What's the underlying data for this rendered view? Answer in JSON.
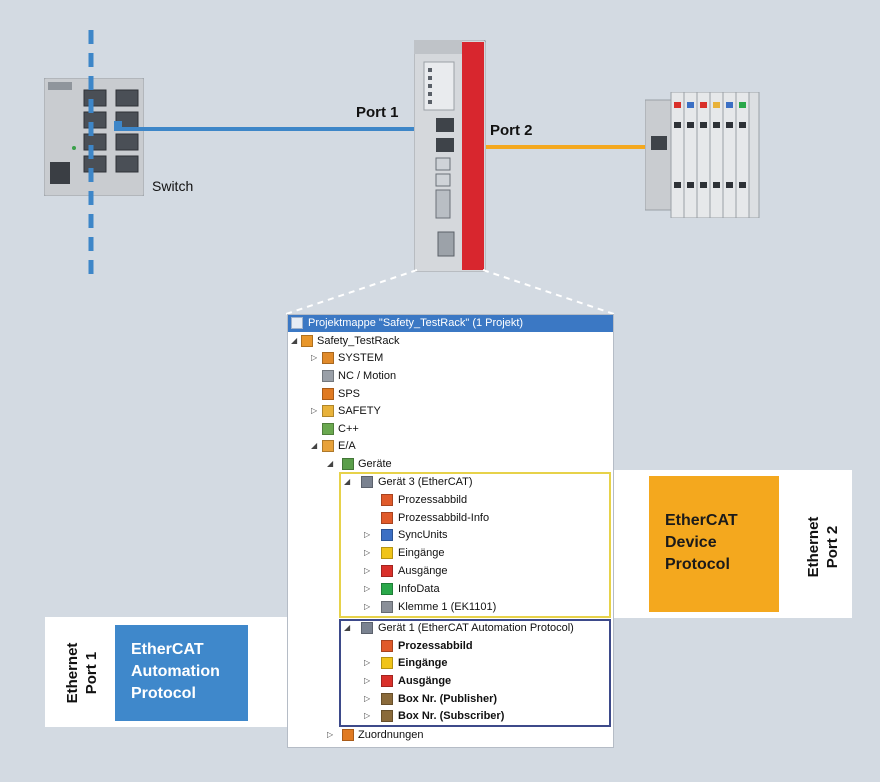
{
  "labels": {
    "port1_top": "Port 1",
    "port2_top": "Port 2",
    "switch": "Switch"
  },
  "tree": {
    "title": "Projektmappe \"Safety_TestRack\" (1 Projekt)",
    "rows": [
      {
        "label": "Safety_TestRack",
        "icon": "project-icon",
        "color": "#e8962a"
      },
      {
        "label": "SYSTEM",
        "icon": "system-icon",
        "color": "#e08a2a"
      },
      {
        "label": "NC / Motion",
        "icon": "motion-icon",
        "color": "#9aa0a8"
      },
      {
        "label": "SPS",
        "icon": "plc-icon",
        "color": "#e07a22"
      },
      {
        "label": "SAFETY",
        "icon": "safety-icon",
        "color": "#e8b23a"
      },
      {
        "label": "C++",
        "icon": "cpp-icon",
        "color": "#6aa84f"
      },
      {
        "label": "E/A",
        "icon": "io-icon",
        "color": "#e8a23a"
      },
      {
        "label": "Geräte",
        "icon": "devices-icon",
        "color": "#5a9e4a"
      },
      {
        "label": "Gerät 3 (EtherCAT)",
        "icon": "ethercat-device-icon",
        "color": "#7a8290"
      },
      {
        "label": "Prozessabbild",
        "icon": "process-image-icon",
        "color": "#e05a2a"
      },
      {
        "label": "Prozessabbild-Info",
        "icon": "process-image-info-icon",
        "color": "#e05a2a"
      },
      {
        "label": "SyncUnits",
        "icon": "syncunits-icon",
        "color": "#3b6fc4"
      },
      {
        "label": "Eingänge",
        "icon": "inputs-icon",
        "color": "#f0c419"
      },
      {
        "label": "Ausgänge",
        "icon": "outputs-icon",
        "color": "#d9302a"
      },
      {
        "label": "InfoData",
        "icon": "infodata-icon",
        "color": "#2aa84a"
      },
      {
        "label": "Klemme 1 (EK1101)",
        "icon": "terminal-icon",
        "color": "#8a8f98"
      },
      {
        "label": "Gerät 1 (EtherCAT Automation Protocol)",
        "icon": "eap-device-icon",
        "color": "#7a8290"
      },
      {
        "label": "Prozessabbild",
        "icon": "process-image-icon",
        "color": "#e05a2a"
      },
      {
        "label": "Eingänge",
        "icon": "inputs-icon",
        "color": "#f0c419"
      },
      {
        "label": "Ausgänge",
        "icon": "outputs-icon",
        "color": "#d9302a"
      },
      {
        "label": "Box Nr. (Publisher)",
        "icon": "publisher-icon",
        "color": "#8a6a3a"
      },
      {
        "label": "Box Nr. (Subscriber)",
        "icon": "subscriber-icon",
        "color": "#8a6a3a"
      },
      {
        "label": "Zuordnungen",
        "icon": "mappings-icon",
        "color": "#e07a22"
      }
    ]
  },
  "callouts": {
    "right_box": [
      "EtherCAT",
      "Device",
      "Protocol"
    ],
    "right_vertical": [
      "Ethernet",
      "Port 2"
    ],
    "left_box": [
      "EtherCAT",
      "Automation",
      "Protocol"
    ],
    "left_vertical": [
      "Ethernet",
      "Port 1"
    ]
  },
  "colors": {
    "background": "#d3dae2",
    "port1_line": "#3d86c8",
    "port2_line": "#f4a81e",
    "ipc_stripe": "#d8262e",
    "ethercat_orange": "#f4a81e",
    "eap_blue": "#3f88cb",
    "right_box_text": "#1a1a1a",
    "left_box_text": "#ffffff",
    "frame_yellow": "#e7d24a",
    "frame_blue": "#3d4a8a"
  }
}
